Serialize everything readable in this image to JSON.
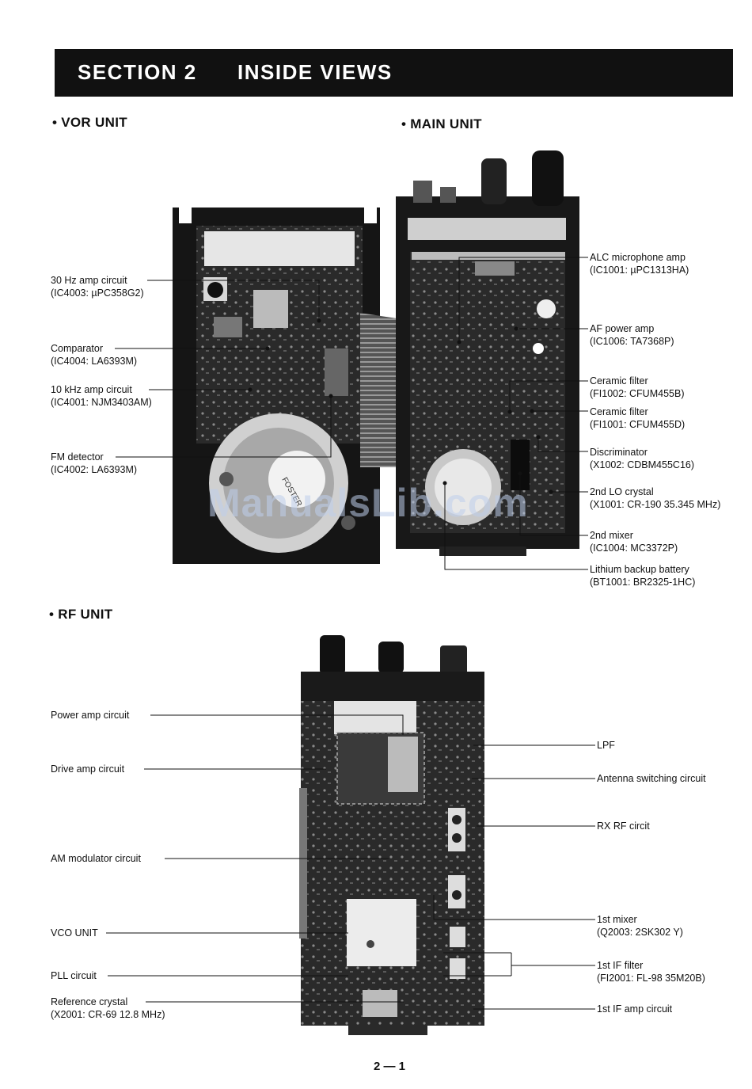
{
  "header": {
    "section": "SECTION  2",
    "title": "INSIDE VIEWS"
  },
  "sections": {
    "vor": "• VOR UNIT",
    "main": "• MAIN UNIT",
    "rf": "• RF UNIT"
  },
  "vor_labels": [
    {
      "name": "30 Hz amp circuit",
      "part": "(IC4003: µPC358G2)"
    },
    {
      "name": "Comparator",
      "part": "(IC4004: LA6393M)"
    },
    {
      "name": "10 kHz amp circuit",
      "part": "(IC4001: NJM3403AM)"
    },
    {
      "name": "FM detector",
      "part": "(IC4002: LA6393M)"
    }
  ],
  "main_labels": [
    {
      "name": "ALC microphone amp",
      "part": "(IC1001: µPC1313HA)"
    },
    {
      "name": "AF power amp",
      "part": "(IC1006: TA7368P)"
    },
    {
      "name": "Ceramic filter",
      "part": "(FI1002: CFUM455B)"
    },
    {
      "name": "Ceramic filter",
      "part": "(FI1001: CFUM455D)"
    },
    {
      "name": "Discriminator",
      "part": "(X1002: CDBM455C16)"
    },
    {
      "name": "2nd LO crystal",
      "part": "(X1001: CR-190 35.345 MHz)"
    },
    {
      "name": "2nd mixer",
      "part": "(IC1004: MC3372P)"
    },
    {
      "name": "Lithium backup battery",
      "part": "(BT1001: BR2325-1HC)"
    }
  ],
  "rf_left_labels": [
    {
      "name": "Power amp circuit",
      "part": ""
    },
    {
      "name": "Drive amp circuit",
      "part": ""
    },
    {
      "name": "AM modulator circuit",
      "part": ""
    },
    {
      "name": "VCO UNIT",
      "part": ""
    },
    {
      "name": "PLL circuit",
      "part": ""
    },
    {
      "name": "Reference crystal",
      "part": "(X2001: CR-69 12.8 MHz)"
    }
  ],
  "rf_right_labels": [
    {
      "name": "LPF",
      "part": ""
    },
    {
      "name": "Antenna switching circuit",
      "part": ""
    },
    {
      "name": "RX RF circit",
      "part": ""
    },
    {
      "name": "1st mixer",
      "part": "(Q2003: 2SK302  Y)"
    },
    {
      "name": "1st IF filter",
      "part": "(FI2001: FL-98 35M20B)"
    },
    {
      "name": "1st IF amp circuit",
      "part": ""
    }
  ],
  "speaker_marking": "FOSTER",
  "watermark": "ManualsLib.com",
  "page_number": "2 — 1",
  "colors": {
    "header_bg": "#111111",
    "header_text": "#ffffff",
    "watermark": "#bccdeb"
  }
}
